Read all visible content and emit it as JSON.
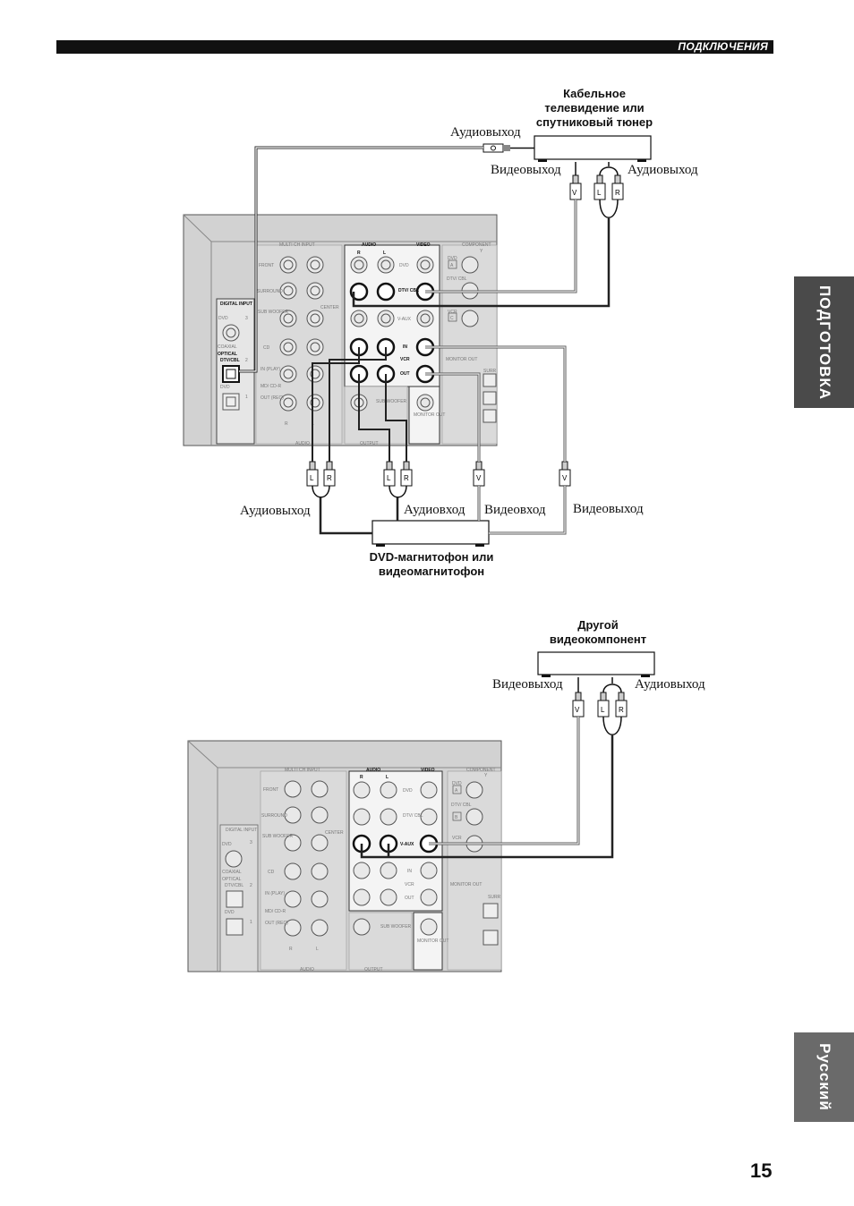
{
  "header": {
    "section": "ПОДКЛЮЧЕНИЯ"
  },
  "tabs": {
    "preparation": "ПОДГОТОВКА",
    "language": "Русский"
  },
  "page_number": "15",
  "diagram1": {
    "tuner_title": [
      "Кабельное",
      "телевидение или",
      "спутниковый тюнер"
    ],
    "tuner_audio_out_digital": "Аудиовыход",
    "tuner_video_out": "Видеовыход",
    "tuner_audio_out": "Аудиовыход",
    "recorder_audio_out": "Аудиовыход",
    "recorder_audio_in": "Аудиовход",
    "recorder_video_in": "Видеовход",
    "recorder_video_out": "Видеовыход",
    "recorder_title": [
      "DVD-магнитофон или",
      "видеомагнитофон"
    ]
  },
  "diagram2": {
    "device_title": [
      "Другой",
      "видеокомпонент"
    ],
    "video_out": "Видеовыход",
    "audio_out": "Аудиовыход"
  },
  "panel": {
    "multi_ch_input": "MULTI CH INPUT",
    "audio_hdr": "AUDIO",
    "video_hdr": "VIDEO",
    "component": "COMPONENT",
    "front": "FRONT",
    "surround": "SURROUND",
    "sub_woofer": "SUB WOOFER",
    "center": "CENTER",
    "cd": "CD",
    "in_play": "IN (PLAY)",
    "md_cdr": "MD/ CD-R",
    "out_rec": "OUT (REC)",
    "digital_input": "DIGITAL INPUT",
    "dvd": "DVD",
    "coaxial": "COAXIAL",
    "optical": "OPTICAL",
    "dtv_cbl": "DTV/CBL",
    "dtv_cbl_short": "DTV/ CBL",
    "v_aux": "V-AUX",
    "in": "IN",
    "vcr": "VCR",
    "out": "OUT",
    "monitor_out": "MONITOR OUT",
    "audio_ft": "AUDIO",
    "output_ft": "OUTPUT",
    "sub_woofer_short": "SUB WOOFER",
    "surr": "SURR",
    "r": "R",
    "l": "L",
    "v": "V",
    "num3": "3",
    "num2": "2",
    "num1": "1",
    "comp_a": "A",
    "comp_b": "B",
    "comp_c": "C",
    "y": "Y"
  }
}
